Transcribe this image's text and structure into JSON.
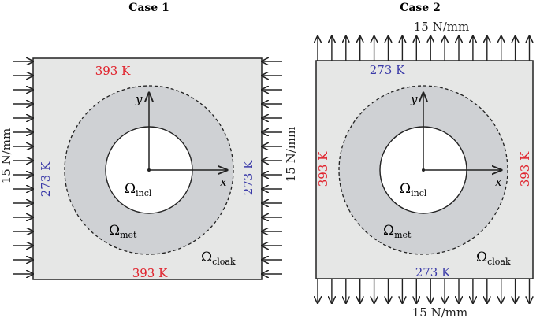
{
  "colors": {
    "background_box": "#e6e7e6",
    "metamaterial": "#cfd1d4",
    "inclusion": "#ffffff",
    "hot": "#e0202a",
    "cold": "#3a3aa8",
    "line": "#222222"
  },
  "case1": {
    "title": "Case 1",
    "temp_top": "393 K",
    "temp_bottom": "393 K",
    "temp_left": "273 K",
    "temp_right": "273 K",
    "load_left": "15 N/mm",
    "load_right": "15 N/mm",
    "load_direction": "compressive-horizontal",
    "omega_incl": "Ω",
    "omega_incl_sub": "incl",
    "omega_met": "Ω",
    "omega_met_sub": "met",
    "omega_cloak": "Ω",
    "omega_cloak_sub": "cloak",
    "axis_x": "x",
    "axis_y": "y"
  },
  "case2": {
    "title": "Case 2",
    "temp_top": "273 K",
    "temp_bottom": "273 K",
    "temp_left": "393 K",
    "temp_right": "393 K",
    "load_top": "15 N/mm",
    "load_bottom": "15 N/mm",
    "load_direction": "tensile-vertical",
    "omega_incl": "Ω",
    "omega_incl_sub": "incl",
    "omega_met": "Ω",
    "omega_met_sub": "met",
    "omega_cloak": "Ω",
    "omega_cloak_sub": "cloak",
    "axis_x": "x",
    "axis_y": "y"
  }
}
